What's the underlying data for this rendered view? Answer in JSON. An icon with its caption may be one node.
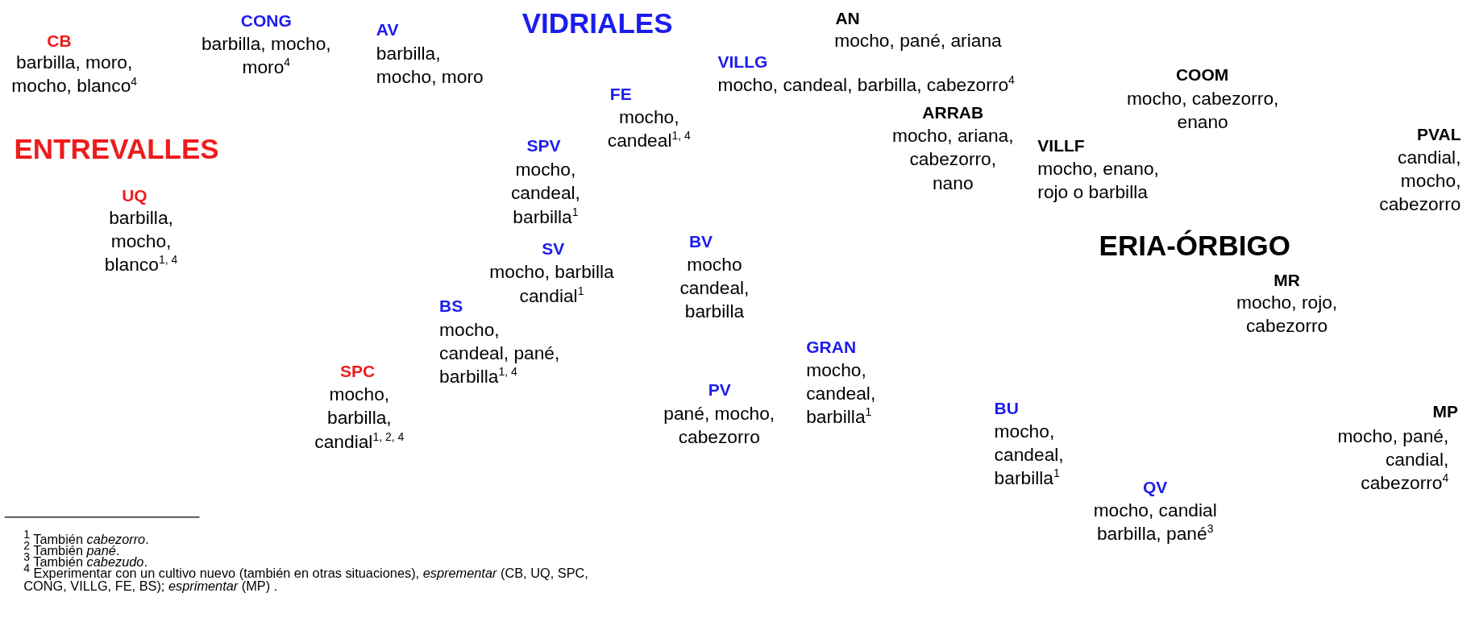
{
  "diagram": {
    "labels": [
      "CB",
      "barbilla, moro, mocho, blanco$^{4}$",
      "CONG",
      "barbilla, mocho, moro$^{4}$",
      "AV",
      "barbilla, mocho, moro",
      "VIDRIALES",
      "AN",
      "mocho, pané, ariana",
      "VILLG",
      "mocho, candeal, barbilla, cabezorro$^{4}$",
      "COOM",
      "mocho, cabezorro, enano",
      "FE",
      "mocho, candeal$^{1, 4}$",
      "ARRAB",
      "mocho, ariana, cabezorro, nano",
      "ENTREVALLES",
      "VILLF",
      "mocho, enano, rojo o barbilla",
      "PVAL",
      "candial, mocho, cabezorro",
      "SPV",
      "mocho, candeal, barbilla$^{1}$",
      "UQ",
      "barbilla, mocho, blanco$^{1, 4}$",
      "ERIA-ÓRBIGO",
      "SV",
      "mocho, barbilla candial$^{1}$",
      "BV",
      "mocho candeal, barbilla",
      "MR",
      "mocho, rojo, cabezorro",
      "BS",
      "mocho, candeal, pané, barbilla$^{1, 4}$",
      "GRAN",
      "mocho, candeal, barbilla$^{1}$",
      "SPC",
      "mocho, barbilla, candial$^{1, 2, 4}$",
      "PV",
      "pané, mocho, cabezorro",
      "BU",
      "mocho, candeal, barbilla$^{1}$",
      "MP",
      "mocho, pané, candial, cabezorro$^{4}$",
      "QV",
      "mocho, candial barbilla, pané$^{3}$",
      "$^{1}$ También *cabezorro*.",
      "$^{2}$ También *pané*.",
      "$^{3}$ También *cabezudo*.",
      "$^{4}$ Experimentar con un cultivo nuevo (también en otras situaciones), *esprementar* (CB, UQ, SPC, CONG, VILLG, FE, BS); *esprimentar* (MP) ."
    ]
  }
}
